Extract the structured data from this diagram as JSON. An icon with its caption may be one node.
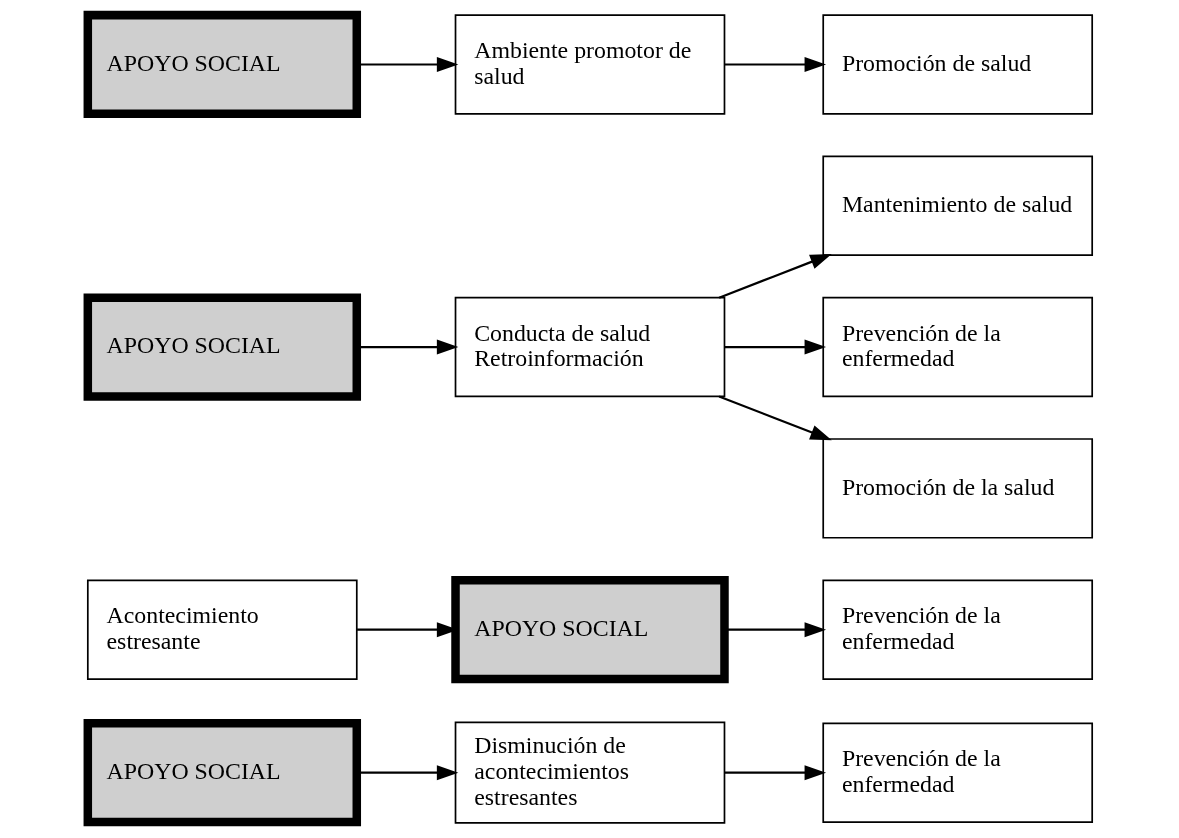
{
  "diagram": {
    "nodes": [
      {
        "text": [
          "APOYO SOCIAL"
        ]
      },
      {
        "text": [
          "Disminución de acontecimientos estresantes"
        ]
      },
      {
        "text": [
          "Prevención de la enfermedad"
        ]
      },
      {
        "text": [
          "Acontecimiento estresante"
        ]
      },
      {
        "text": [
          "APOYO SOCIAL"
        ]
      },
      {
        "text": [
          "Prevención de la enfermedad"
        ]
      },
      {
        "text": [
          "APOYO SOCIAL"
        ]
      },
      {
        "text": [
          "Conducta de salud Retroinformación"
        ]
      },
      {
        "text": [
          "Mantenimiento de salud"
        ]
      },
      {
        "text": [
          "Prevención de la enfermedad"
        ]
      },
      {
        "text": [
          "Promoción de la salud"
        ]
      },
      {
        "text": [
          "APOYO SOCIAL"
        ]
      },
      {
        "text": [
          "Ambiente promotor de salud"
        ]
      },
      {
        "text": [
          "Promoción de salud"
        ]
      }
    ],
    "edges": [
      {
        "from": 0,
        "to": 1,
        "arrow": "to"
      },
      {
        "from": 1,
        "to": 2,
        "arrow": "to"
      },
      {
        "from": 3,
        "to": 4,
        "arrow": "to"
      },
      {
        "from": 4,
        "to": 5,
        "arrow": "to"
      },
      {
        "from": 6,
        "to": 7,
        "arrow": "to"
      },
      {
        "from": 7,
        "to": 8,
        "arrow": "to"
      },
      {
        "from": 7,
        "to": 9,
        "arrow": "to"
      },
      {
        "from": 7,
        "to": 10,
        "arrow": "to"
      },
      {
        "from": 11,
        "to": 12,
        "arrow": "to"
      },
      {
        "from": 12,
        "to": 13,
        "arrow": "to"
      }
    ]
  }
}
